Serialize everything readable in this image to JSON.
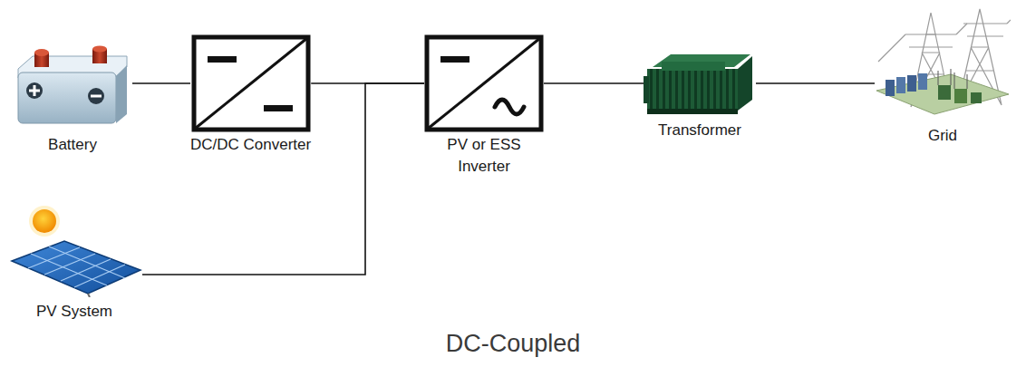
{
  "diagram": {
    "caption": "DC-Coupled",
    "nodes": [
      {
        "text": [
          "Battery"
        ]
      },
      {
        "text": [
          "DC/DC Converter"
        ]
      },
      {
        "text": [
          "PV or ESS Inverter"
        ]
      },
      {
        "text": [
          "Transformer"
        ]
      },
      {
        "text": [
          "Grid"
        ]
      },
      {
        "text": [
          "PV System"
        ]
      }
    ],
    "edges": [
      {
        "from": 0,
        "to": 1,
        "arrow": "none"
      },
      {
        "from": 1,
        "to": 2,
        "arrow": "none"
      },
      {
        "from": 5,
        "to": 2,
        "arrow": "none"
      },
      {
        "from": 2,
        "to": 3,
        "arrow": "none"
      },
      {
        "from": 3,
        "to": 4,
        "arrow": "none"
      }
    ]
  }
}
